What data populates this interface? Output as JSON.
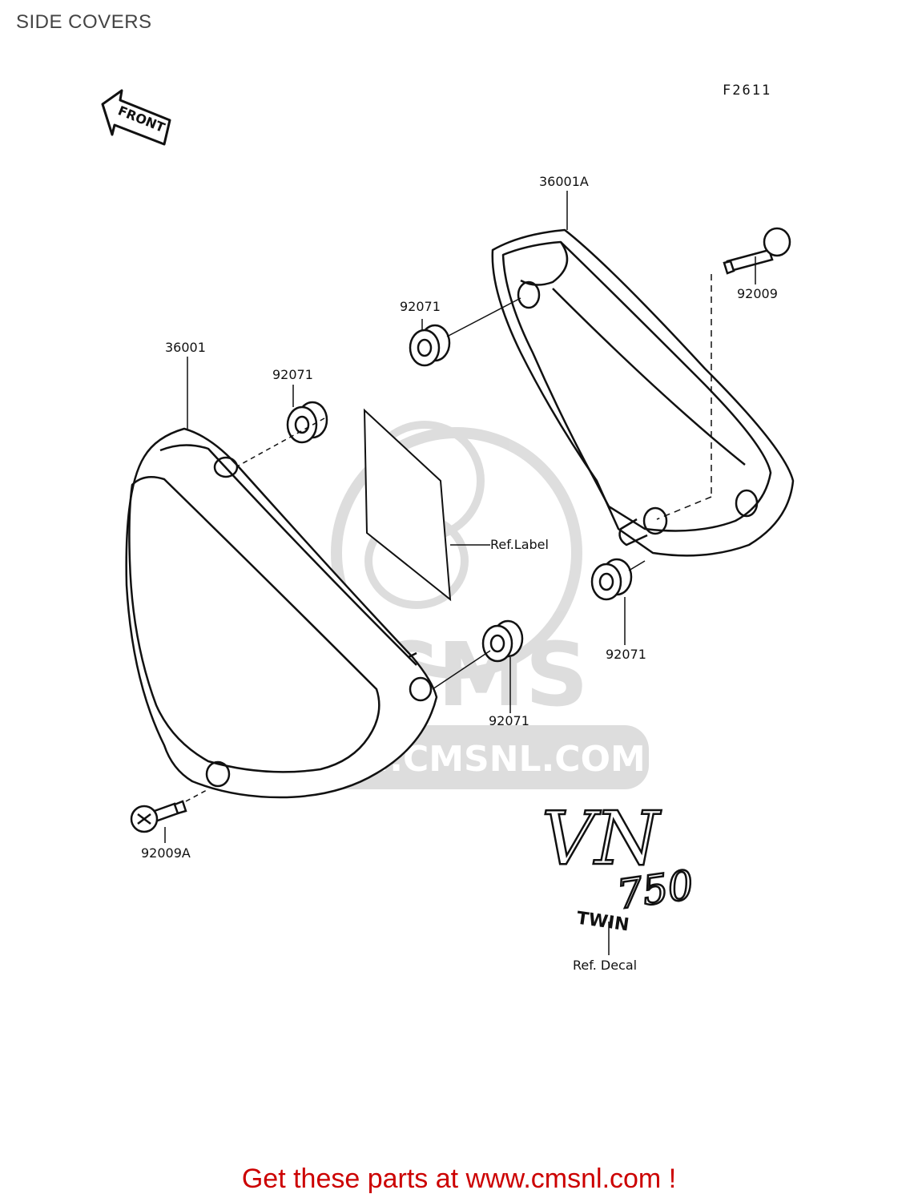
{
  "header": {
    "title": "SIDE COVERS"
  },
  "diagram": {
    "drawing_code": "F2611",
    "front_arrow_text": "FRONT",
    "watermark_text": "WWW.CMSNL.COM",
    "watermark_logo_text": "CMS",
    "decal_lettering": {
      "main": "VN",
      "number": "750",
      "sub": "TWIN"
    },
    "callouts": {
      "cover_right": "36001A",
      "cover_left": "36001",
      "grommet_top_right": "92071",
      "grommet_top_left": "92071",
      "grommet_bottom_right": "92071",
      "grommet_bottom_mid": "92071",
      "bolt_right": "92009",
      "bolt_left": "92009A",
      "label": "Ref.Label",
      "decal": "Ref. Decal"
    }
  },
  "footer": {
    "link_text": "Get these parts at www.cmsnl.com !"
  }
}
